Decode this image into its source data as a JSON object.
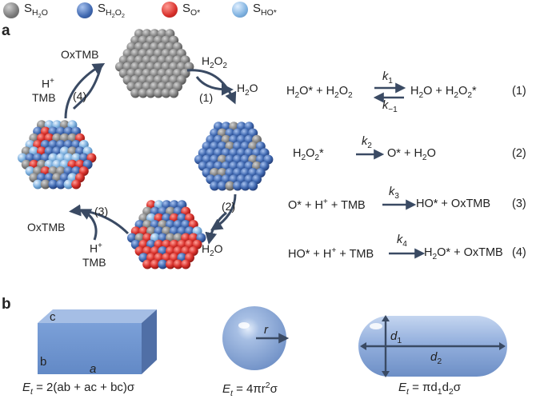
{
  "legend": [
    {
      "label": "SH2O",
      "base": "S",
      "sub": "H",
      "sub2": "2",
      "tail": "O",
      "color": "#8a8a8a"
    },
    {
      "label": "SH2O2",
      "base": "S",
      "sub": "H",
      "sub2": "2",
      "tail": "O",
      "sub3": "2",
      "color": "#3f68b0"
    },
    {
      "label": "SO*",
      "base": "S",
      "sub": "O*",
      "color": "#d8302b"
    },
    {
      "label": "SHO*",
      "base": "S",
      "sub": "HO*",
      "color": "#7fb2e0"
    }
  ],
  "panel_a": {
    "letter": "a",
    "cycle_labels": {
      "oxtmb_top": "OxTMB",
      "h_plus_top": "H",
      "tmb_top": "TMB",
      "step4": "(4)",
      "h2o2_top": "H",
      "h2o_right": "H",
      "step1": "(1)",
      "step2": "(2)",
      "h2o_bottom": "H",
      "oxtmb_bottom": "OxTMB",
      "step3": "(3)",
      "h_plus_bottom": "H",
      "tmb_bottom": "TMB"
    },
    "equations": [
      {
        "number": "(1)",
        "k": "k",
        "k_sub": "1",
        "k_rev_sub": "−1"
      },
      {
        "number": "(2)",
        "k": "k",
        "k_sub": "2"
      },
      {
        "number": "(3)",
        "k": "k",
        "k_sub": "3"
      },
      {
        "number": "(4)",
        "k": "k",
        "k_sub": "4"
      }
    ],
    "eq_text": {
      "eq1_left": "H",
      "eq1_mid": "O* + H",
      "eq1_right": "H",
      "eq1_right2": "O + H",
      "eq1_right3": "O",
      "eq2_left": "H",
      "eq2_left2": "O",
      "eq2_right": "O* + H",
      "eq2_right2": "O",
      "eq3_left": "O* + H",
      "eq3_left2": " + TMB",
      "eq3_right": "HO* + OxTMB",
      "eq4_left": "HO* + H",
      "eq4_left2": " + TMB",
      "eq4_right": "H",
      "eq4_right2": "O* + OxTMB"
    }
  },
  "panel_b": {
    "letter": "b",
    "box": {
      "c": "c",
      "b": "b",
      "a": "a",
      "formula_E": "E",
      "formula_t": "t",
      "formula_rest": " = 2(ab + ac + bc)σ"
    },
    "sphere": {
      "r": "r",
      "formula_E": "E",
      "formula_t": "t",
      "formula_rest": " = 4πr",
      "formula_sup": "2",
      "formula_end": "σ"
    },
    "capsule": {
      "d1": "d",
      "d1_sub": "1",
      "d2": "d",
      "d2_sub": "2",
      "formula_E": "E",
      "formula_t": "t",
      "formula_rest": " = πd",
      "formula_s1": "1",
      "formula_d2": "d",
      "formula_s2": "2",
      "formula_end": "σ"
    }
  },
  "colors": {
    "gray": "#8a8a8a",
    "blue": "#3f68b0",
    "red": "#d8302b",
    "lightblue": "#7fb2e0",
    "arrow": "#3a4a63",
    "shape": "#6f95cf"
  }
}
